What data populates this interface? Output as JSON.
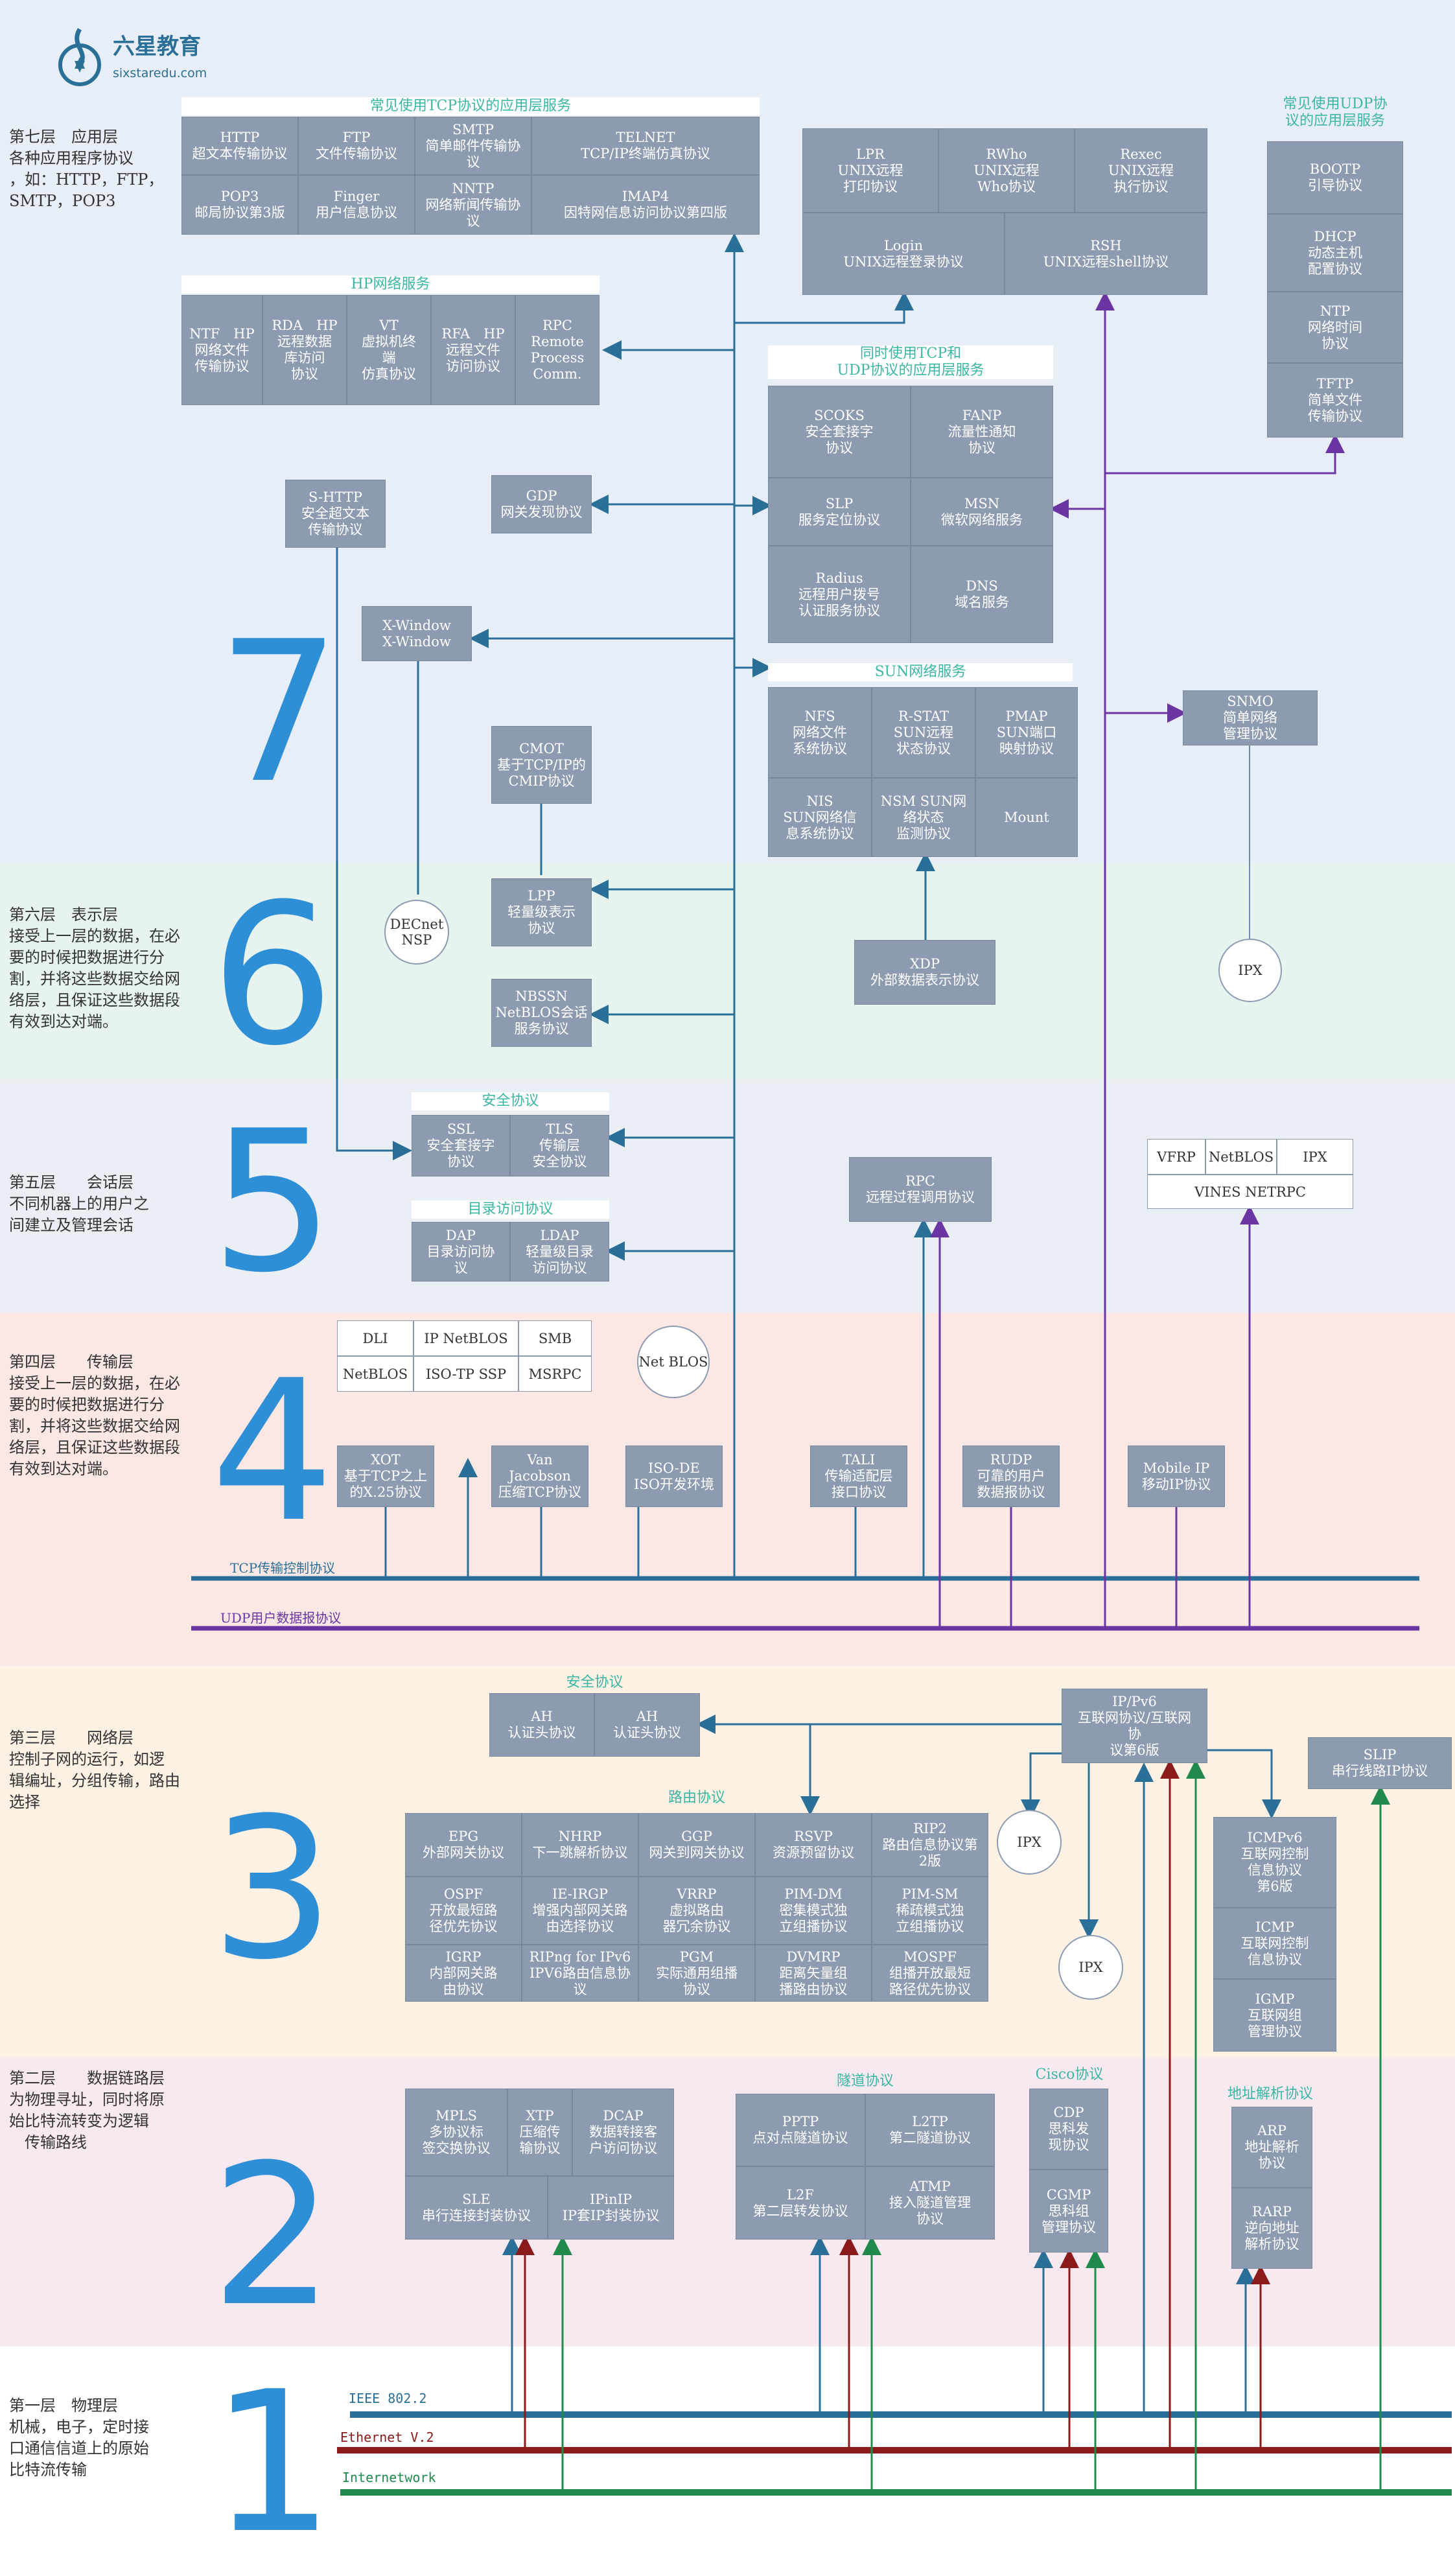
{
  "logo": {
    "name": "六星教育",
    "url": "sixstaredu.com"
  },
  "layers": [
    {
      "num": "7",
      "desc": "第七层　应用层\n各种应用程序协议\n，如：HTTP，FTP，\nSMTP，POP3"
    },
    {
      "num": "6",
      "desc": "第六层　表示层\n接受上一层的数据，在必\n要的时候把数据进行分\n割，并将这些数据交给网\n络层，且保证这些数据段\n有效到达对端。"
    },
    {
      "num": "5",
      "desc": "第五层　　会话层\n不同机器上的用户之\n间建立及管理会话"
    },
    {
      "num": "4",
      "desc": "第四层　　传输层\n接受上一层的数据，在必\n要的时候把数据进行分\n割，并将这些数据交给网\n络层，且保证这些数据段\n有效到达对端。"
    },
    {
      "num": "3",
      "desc": "第三层　　网络层\n控制子网的运行，如逻\n辑编址，分组传输，路由\n选择"
    },
    {
      "num": "2",
      "desc": "第二层　　数据链路层\n为物理寻址，同时将原\n始比特流转变为逻辑\n　传输路线"
    },
    {
      "num": "1",
      "desc": "第一层　物理层\n机械，电子，定时接\n口通信信道上的原始\n比特流传输"
    }
  ],
  "groups": {
    "tcp_app": "常见使用TCP协议的应用层服务",
    "udp_app": "常见使用UDP协\n议的应用层服务",
    "hp": "HP网络服务",
    "both": "同时使用TCP和\nUDP协议的应用层服务",
    "sun": "SUN网络服务",
    "security5": "安全协议",
    "directory": "目录访问协议",
    "security3": "安全协议",
    "routing": "路由协议",
    "tunnel": "隧道协议",
    "cisco": "Cisco协议",
    "addr": "地址解析协议"
  },
  "boxes": {
    "http": "HTTP\n超文本传输协议",
    "ftp": "FTP\n文件传输协议",
    "smtp": "SMTP\n简单邮件传输协\n议",
    "telnet": "TELNET\nTCP/IP终端仿真协议",
    "pop3": "POP3\n邮局协议第3版",
    "finger": "Finger\n用户信息协议",
    "nntp": "NNTP\n网络新闻传输协\n议",
    "imap4": "IMAP4\n因特网信息访问协议第四版",
    "lpr": "LPR\nUNIX远程\n打印协议",
    "rwho": "RWho\nUNIX远程\nWho协议",
    "rexec": "Rexec\nUNIX远程\n执行协议",
    "login": "Login\nUNIX远程登录协议",
    "rsh": "RSH\nUNIX远程shell协议",
    "bootp": "BOOTP\n引导协议",
    "dhcp": "DHCP\n动态主机\n配置协议",
    "ntp": "NTP\n网络时间\n协议",
    "tftp": "TFTP\n简单文件\n传输协议",
    "nfs_hp": "NTF　HP\n网络文件\n传输协议",
    "rda_hp": "RDA　HP\n远程数据\n库访问\n协议",
    "vt": "VT\n虚拟机终\n端\n仿真协议",
    "rfa_hp": "RFA　HP\n远程文件\n访问协议",
    "rpc_rc": "RPC\nRemote\nProcess\nComm.",
    "scoks": "SCOKS\n安全套接字\n协议",
    "fanp": "FANP\n流量性通知\n协议",
    "slp": "SLP\n服务定位协议",
    "msn": "MSN\n微软网络服务",
    "radius": "Radius\n远程用户拨号\n认证服务协议",
    "dns": "DNS\n域名服务",
    "shttp": "S-HTTP\n安全超文本\n传输协议",
    "gdp": "GDP\n网关发现协议",
    "xwindow": "X-Window\nX-Window",
    "cmot": "CMOT\n基于TCP/IP的\nCMIP协议",
    "nfs_sun": "NFS\n网络文件\n系统协议",
    "rstat": "R-STAT\nSUN远程\n状态协议",
    "pmap": "PMAP\nSUN端口\n映射协议",
    "nis": "NIS\nSUN网络信\n息系统协议",
    "nsm": "NSM SUN网\n络状态\n监测协议",
    "mount": "Mount",
    "snmp": "SNMO\n简单网络\n管理协议",
    "lpp": "LPP\n轻量级表示\n协议",
    "nbssn": "NBSSN\nNetBLOS会话\n服务协议",
    "xdp": "XDP\n外部数据表示协议",
    "ssl": "SSL\n安全套接字\n协议",
    "tls": "TLS\n传输层\n安全协议",
    "dap": "DAP\n目录访问协\n议",
    "ldap": "LDAP\n轻量级目录\n访问协议",
    "rpc5": "RPC\n远程过程调用协议",
    "xot": "XOT\n基于TCP之上\n的X.25协议",
    "van": "Van\nJacobson\n压缩TCP协议",
    "isode": "ISO-DE\nISO开发环境",
    "tali": "TALI\n传输适配层\n接口协议",
    "rudp": "RUDP\n可靠的用户\n数据报协议",
    "mobileip": "Mobile IP\n移动IP协议",
    "ah1": "AH\n认证头协议",
    "ah2": "AH\n认证头协议",
    "ipv6": "IP/Pv6\n互联网协议/互联网\n协\n议第6版",
    "slip": "SLIP\n串行线路IP协议",
    "egp": "EPG\n外部网关协议",
    "nhrp": "NHRP\n下一跳解析协议",
    "ggp": "GGP\n网关到网关协议",
    "rsvp": "RSVP\n资源预留协议",
    "rip2": "RIP2\n路由信息协议第\n2版",
    "ospf": "OSPF\n开放最短路\n径优先协议",
    "ieirgp": "IE-IRGP\n增强内部网关路\n由选择协议",
    "vrrp": "VRRP\n虚拟路由\n器冗余协议",
    "pimdm": "PIM-DM\n密集模式独\n立组播协议",
    "pimsm": "PIM-SM\n稀疏模式独\n立组播协议",
    "igrp": "IGRP\n内部网关路\n由协议",
    "ripng": "RIPng for IPv6\nIPV6路由信息协\n议",
    "pgm": "PGM\n实际通用组播\n协议",
    "dvmrp": "DVMRP\n距离矢量组\n播路由协议",
    "mospf": "MOSPF\n组播开放最短\n路径优先协议",
    "icmpv6": "ICMPv6\n互联网控制\n信息协议\n第6版",
    "icmp": "ICMP\n互联网控制\n信息协议",
    "igmp": "IGMP\n互联网组\n管理协议",
    "mpls": "MPLS\n多协议标\n签交换协议",
    "xtp": "XTP\n压缩传\n输协议",
    "dcap": "DCAP\n数据转接客\n户访问协议",
    "sle": "SLE\n串行连接封装协议",
    "ipinip": "IPinIP\nIP套IP封装协议",
    "pptp": "PPTP\n点对点隧道协议",
    "l2tp": "L2TP\n第二隧道协议",
    "l2f": "L2F\n第二层转发协议",
    "atmp": "ATMP\n接入隧道管理\n协议",
    "cdp": "CDP\n思科发\n现协议",
    "cgmp": "CGMP\n思科组\n管理协议",
    "arp": "ARP\n地址解析\n协议",
    "rarp": "RARP\n逆向地址\n解析协议"
  },
  "white_cells": {
    "dli": "DLI",
    "ipnetblos": "IP NetBLOS",
    "smb": "SMB",
    "netblos": "NetBLOS",
    "isotp": "ISO-TP SSP",
    "msrpc": "MSRPC",
    "vfrp": "VFRP",
    "netblos5": "NetBLOS",
    "ipx5": "IPX",
    "vines": "VINES NETRPC"
  },
  "circles": {
    "decnet": "DECnet\nNSP",
    "ipx6": "IPX",
    "netblos4": "Net BLOS",
    "ipx3a": "IPX",
    "ipx3b": "IPX"
  },
  "buses": {
    "tcp": "TCP传输控制协议",
    "udp": "UDP用户数据报协议",
    "ieee": "IEEE 802.2",
    "ethernet": "Ethernet V.2",
    "internet": "Internetwork"
  },
  "colors": {
    "blue_line": "#2a6f97",
    "purple_line": "#6a35a3",
    "red_line": "#8b1a1a",
    "green_line": "#1f8a4c",
    "box": "#8d9bb1",
    "layer_number": "#2f8fd6"
  }
}
